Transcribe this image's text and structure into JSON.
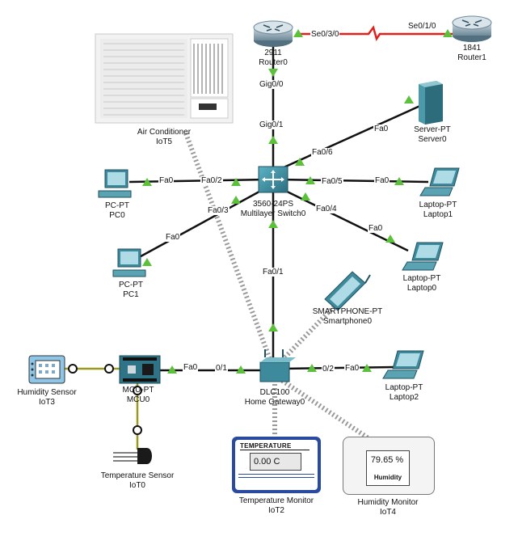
{
  "devices": {
    "router0": {
      "type": "2911",
      "name": "Router0"
    },
    "router1": {
      "type": "1841",
      "name": "Router1"
    },
    "switch0": {
      "type": "3560-24PS",
      "name": "Multilayer Switch0"
    },
    "server0": {
      "type": "Server-PT",
      "name": "Server0"
    },
    "laptop1": {
      "type": "Laptop-PT",
      "name": "Laptop1"
    },
    "laptop0": {
      "type": "Laptop-PT",
      "name": "Laptop0"
    },
    "laptop2": {
      "type": "Laptop-PT",
      "name": "Laptop2"
    },
    "pc0": {
      "type": "PC-PT",
      "name": "PC0"
    },
    "pc1": {
      "type": "PC-PT",
      "name": "PC1"
    },
    "smartphone0": {
      "type": "SMARTPHONE-PT",
      "name": "Smartphone0"
    },
    "gateway0": {
      "type": "DLC100",
      "name": "Home Gateway0"
    },
    "mcu0": {
      "type": "MCU-PT",
      "name": "MCU0"
    },
    "iot5": {
      "type": "Air Conditioner",
      "name": "IoT5"
    },
    "iot3": {
      "type": "Humidity Sensor",
      "name": "IoT3"
    },
    "iot0": {
      "type": "Temperature Sensor",
      "name": "IoT0"
    },
    "iot2": {
      "type": "Temperature Monitor",
      "name": "IoT2",
      "screen_title": "TEMPERATURE",
      "reading": "0.00 C"
    },
    "iot4": {
      "type": "Humidity Monitor",
      "name": "IoT4",
      "screen_title": "Humidity",
      "reading": "79.65 %"
    }
  },
  "ports": {
    "r0_se": "Se0/3/0",
    "r1_se": "Se0/1/0",
    "r0_gig": "Gig0/0",
    "sw_gig": "Gig0/1",
    "srv_fa": "Fa0",
    "sw_fa06": "Fa0/6",
    "sw_fa05": "Fa0/5",
    "lap1_fa": "Fa0",
    "sw_fa04": "Fa0/4",
    "lap0_fa": "Fa0",
    "sw_fa02": "Fa0/2",
    "pc0_fa": "Fa0",
    "sw_fa03": "Fa0/3",
    "pc1_fa": "Fa0",
    "sw_fa01": "Fa0/1",
    "mcu_fa": "Fa0",
    "gw_01": "0/1",
    "gw_02": "0/2",
    "lap2_fa": "Fa0"
  },
  "colors": {
    "serial_link": "#e0201c",
    "ethernet_link": "#111111",
    "iot_link": "#9a9a1e",
    "link_up_arrow": "#5cc13a",
    "wireless": "#9a9a9a",
    "device_teal": "#3a8c9c"
  }
}
